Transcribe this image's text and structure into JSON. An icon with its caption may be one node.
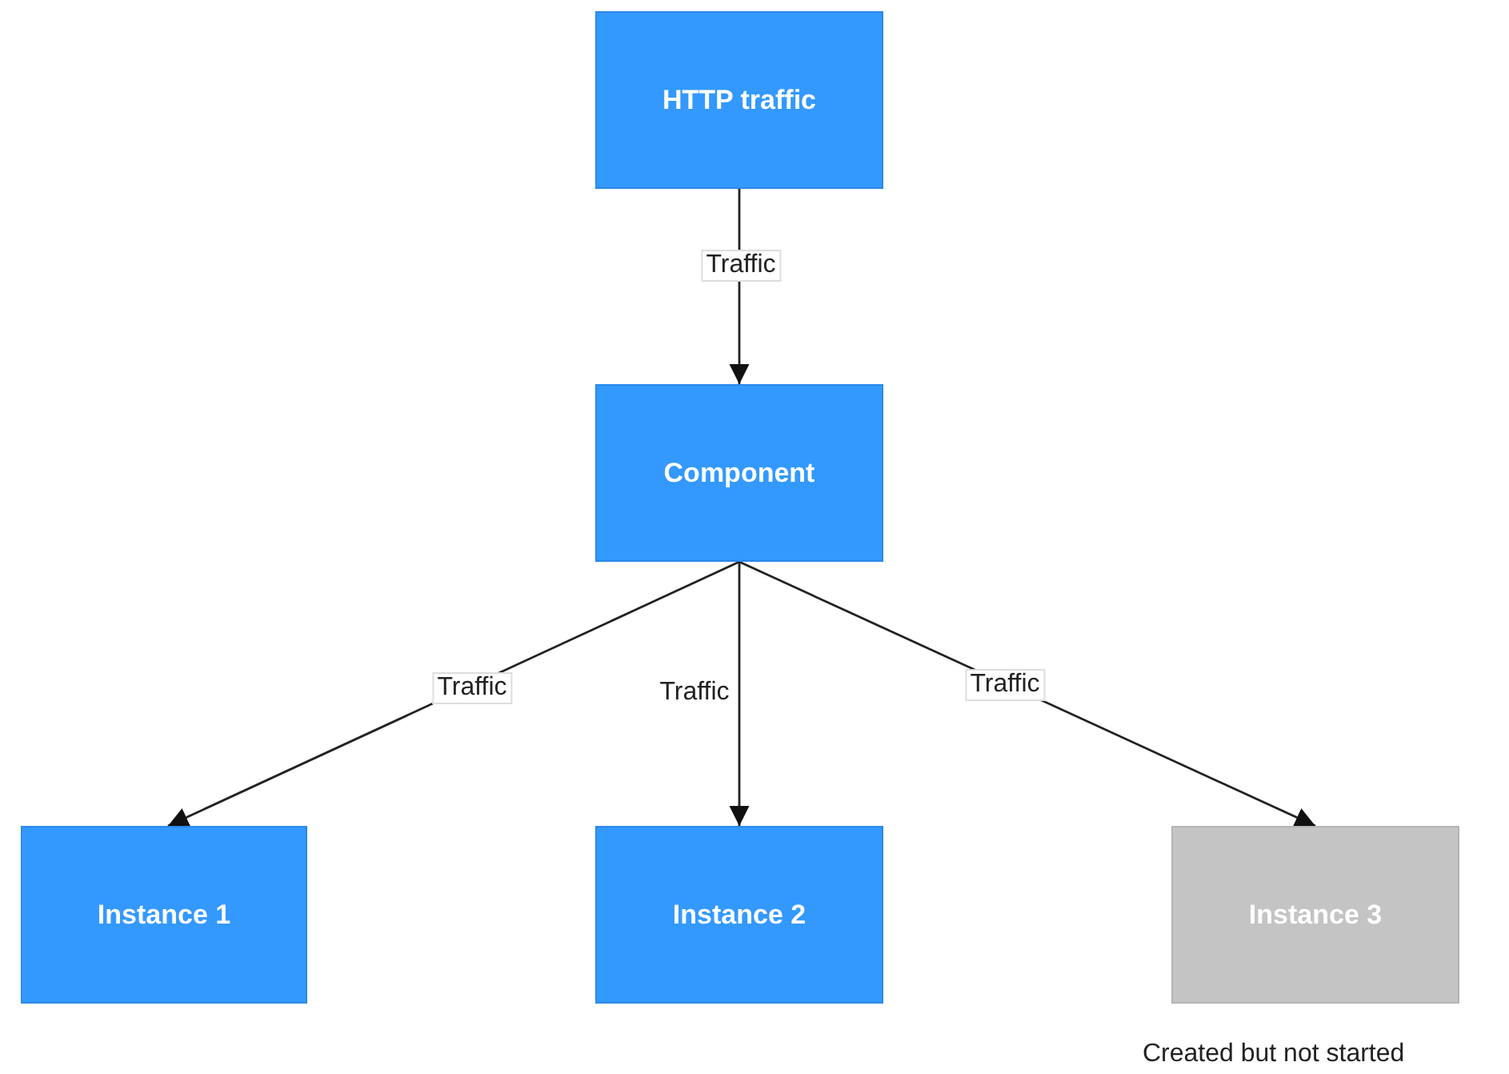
{
  "diagram": {
    "nodes": [
      {
        "text": [
          "HTTP traffic"
        ]
      },
      {
        "text": [
          "Component"
        ]
      },
      {
        "text": [
          "Instance 1"
        ]
      },
      {
        "text": [
          "Instance 2"
        ]
      },
      {
        "text": [
          "Instance 3"
        ],
        "beside": [
          "Created but not started"
        ]
      }
    ],
    "edges": [
      {
        "from": 0,
        "to": 1,
        "arrow": "to",
        "label": "Traffic"
      },
      {
        "from": 1,
        "to": 2,
        "arrow": "to",
        "label": "Traffic"
      },
      {
        "from": 1,
        "to": 3,
        "arrow": "to",
        "label": "Traffic"
      },
      {
        "from": 1,
        "to": 4,
        "arrow": "to",
        "label": "Traffic"
      }
    ]
  }
}
